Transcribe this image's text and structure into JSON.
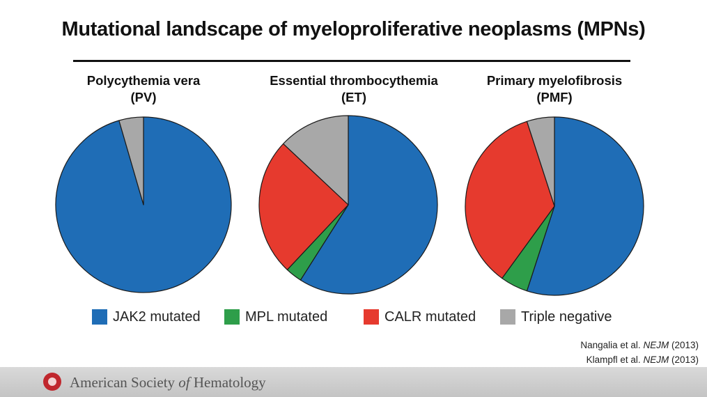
{
  "header": {
    "title": "Mutational landscape of myeloproliferative neoplasms (MPNs)"
  },
  "colors": {
    "jak2": "#1f6db6",
    "mpl": "#2e9e4a",
    "calr": "#e63a2e",
    "triple": "#a8a8a8"
  },
  "chart_data": [
    {
      "type": "pie",
      "title_line1": "Polycythemia vera",
      "title_line2": "(PV)",
      "slices": [
        {
          "label": "JAK2 mutated",
          "value": 95.5,
          "color": "#1f6db6"
        },
        {
          "label": "Triple negative",
          "value": 4.5,
          "color": "#a8a8a8"
        }
      ]
    },
    {
      "type": "pie",
      "title_line1": "Essential thrombocythemia",
      "title_line2": "(ET)",
      "slices": [
        {
          "label": "JAK2 mutated",
          "value": 59,
          "color": "#1f6db6"
        },
        {
          "label": "MPL mutated",
          "value": 3,
          "color": "#2e9e4a"
        },
        {
          "label": "CALR mutated",
          "value": 25,
          "color": "#e63a2e"
        },
        {
          "label": "Triple negative",
          "value": 13,
          "color": "#a8a8a8"
        }
      ]
    },
    {
      "type": "pie",
      "title_line1": "Primary myelofibrosis",
      "title_line2": "(PMF)",
      "slices": [
        {
          "label": "JAK2 mutated",
          "value": 55,
          "color": "#1f6db6"
        },
        {
          "label": "MPL mutated",
          "value": 5,
          "color": "#2e9e4a"
        },
        {
          "label": "CALR mutated",
          "value": 35,
          "color": "#e63a2e"
        },
        {
          "label": "Triple negative",
          "value": 5,
          "color": "#a8a8a8"
        }
      ]
    }
  ],
  "legend": [
    {
      "label": "JAK2 mutated",
      "color": "#1f6db6"
    },
    {
      "label": "MPL mutated",
      "color": "#2e9e4a"
    },
    {
      "label": "CALR mutated",
      "color": "#e63a2e"
    },
    {
      "label": "Triple negative",
      "color": "#a8a8a8"
    }
  ],
  "citations": [
    {
      "authors": "Nangalia et al.",
      "journal": "NEJM",
      "year": "(2013)"
    },
    {
      "authors": "Klampfl et al.",
      "journal": "NEJM",
      "year": "(2013)"
    }
  ],
  "footer": {
    "org_part1": "American Society",
    "org_of": "of",
    "org_part2": "Hematology"
  }
}
